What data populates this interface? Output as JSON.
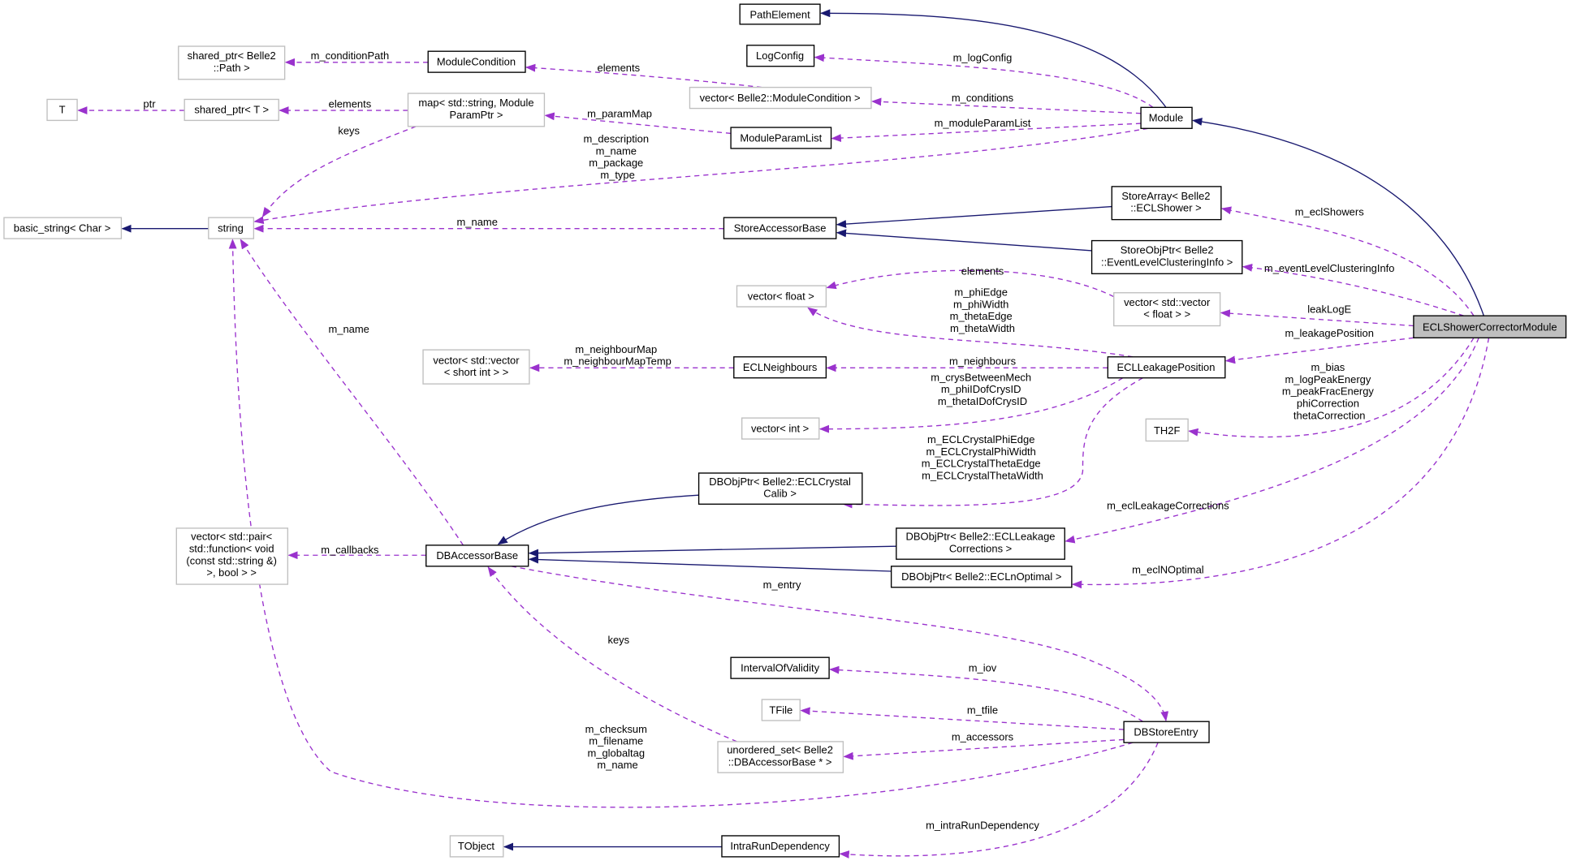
{
  "colors": {
    "inheritance_edge": "#191970",
    "usage_edge": "#9a32cd",
    "selected_fill": "#bfbfbf",
    "documented_border": "#000000",
    "undocumented_border": "#bfbfbf"
  },
  "nodes": {
    "path_element": [
      "PathElement"
    ],
    "log_config": [
      "LogConfig"
    ],
    "module_condition": [
      "ModuleCondition"
    ],
    "shared_ptr_path": [
      "shared_ptr< Belle2",
      "::Path >"
    ],
    "t": [
      "T"
    ],
    "shared_ptr_t": [
      "shared_ptr< T >"
    ],
    "map_param": [
      "map< std::string, Module",
      "ParamPtr >"
    ],
    "vector_module_condition": [
      "vector< Belle2::ModuleCondition >"
    ],
    "module_param_list": [
      "ModuleParamList"
    ],
    "module": [
      "Module"
    ],
    "basic_string": [
      "basic_string< Char >"
    ],
    "string": [
      "string"
    ],
    "store_accessor_base": [
      "StoreAccessorBase"
    ],
    "store_array": [
      "StoreArray< Belle2",
      "::ECLShower >"
    ],
    "store_obj_ptr": [
      "StoreObjPtr< Belle2",
      "::EventLevelClusteringInfo >"
    ],
    "vector_float": [
      "vector< float >"
    ],
    "vector_vector_float": [
      "vector< std::vector",
      "< float > >"
    ],
    "ecl_shower_corrector_module": [
      "ECLShowerCorrectorModule"
    ],
    "vector_vector_short": [
      "vector< std::vector",
      "< short int > >"
    ],
    "ecl_neighbours": [
      "ECLNeighbours"
    ],
    "ecl_leakage_position": [
      "ECLLeakagePosition"
    ],
    "vector_int": [
      "vector< int >"
    ],
    "th2f": [
      "TH2F"
    ],
    "dbobjptr_crystal_calib": [
      "DBObjPtr< Belle2::ECLCrystal",
      "Calib >"
    ],
    "vector_pair": [
      "vector< std::pair<",
      "std::function< void",
      "(const std::string &)",
      ">, bool > >"
    ],
    "db_accessor_base": [
      "DBAccessorBase"
    ],
    "dbobjptr_leakage": [
      "DBObjPtr< Belle2::ECLLeakage",
      "Corrections >"
    ],
    "dbobjptr_noptimal": [
      "DBObjPtr< Belle2::ECLnOptimal >"
    ],
    "interval_of_validity": [
      "IntervalOfValidity"
    ],
    "tfile": [
      "TFile"
    ],
    "unordered_set": [
      "unordered_set< Belle2",
      "::DBAccessorBase * >"
    ],
    "db_store_entry": [
      "DBStoreEntry"
    ],
    "tobject": [
      "TObject"
    ],
    "intra_run_dependency": [
      "IntraRunDependency"
    ]
  },
  "edge_labels": {
    "condition_path": [
      "m_conditionPath"
    ],
    "ptr": [
      "ptr"
    ],
    "map_elements": [
      "elements"
    ],
    "map_keys": [
      "keys"
    ],
    "conditions_elements": [
      "elements"
    ],
    "param_map": [
      "m_paramMap"
    ],
    "log_config": [
      "m_logConfig"
    ],
    "conditions": [
      "m_conditions"
    ],
    "module_param_list": [
      "m_moduleParamList"
    ],
    "module_strings": [
      "m_description",
      "m_name",
      "m_package",
      "m_type"
    ],
    "store_name": [
      "m_name"
    ],
    "ecl_showers": [
      "m_eclShowers"
    ],
    "event_level": [
      "m_eventLevelClusteringInfo"
    ],
    "vecvec_elements": [
      "elements"
    ],
    "leak_vectors": [
      "m_phiEdge",
      "m_phiWidth",
      "m_thetaEdge",
      "m_thetaWidth"
    ],
    "leak_log_e": [
      "leakLogE"
    ],
    "leakage_position": [
      "m_leakagePosition"
    ],
    "db_name": [
      "m_name"
    ],
    "neighbour_map": [
      "m_neighbourMap",
      "m_neighbourMapTemp"
    ],
    "neighbours": [
      "m_neighbours"
    ],
    "crys_ids": [
      "m_crysBetweenMech",
      "m_phiIDofCrysID",
      "m_thetaIDofCrysID"
    ],
    "th2f_members": [
      "m_bias",
      "m_logPeakEnergy",
      "m_peakFracEnergy",
      "phiCorrection",
      "thetaCorrection"
    ],
    "crystal_calib": [
      "m_ECLCrystalPhiEdge",
      "m_ECLCrystalPhiWidth",
      "m_ECLCrystalThetaEdge",
      "m_ECLCrystalThetaWidth"
    ],
    "leakage_corrections": [
      "m_eclLeakageCorrections"
    ],
    "callbacks": [
      "m_callbacks"
    ],
    "entry": [
      "m_entry"
    ],
    "noptimal": [
      "m_eclNOptimal"
    ],
    "set_keys": [
      "keys"
    ],
    "iov": [
      "m_iov"
    ],
    "tfile": [
      "m_tfile"
    ],
    "accessors": [
      "m_accessors"
    ],
    "entry_strings": [
      "m_checksum",
      "m_filename",
      "m_globaltag",
      "m_name"
    ],
    "intra_run": [
      "m_intraRunDependency"
    ]
  }
}
